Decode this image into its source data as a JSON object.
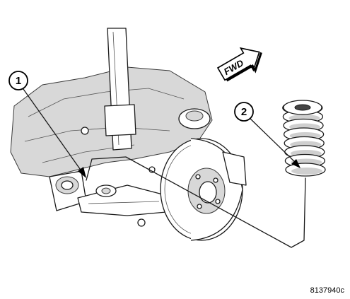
{
  "diagram": {
    "direction_label": "FWD",
    "callouts": [
      {
        "number": "1"
      },
      {
        "number": "2"
      }
    ],
    "figure_id": "8137940c"
  }
}
